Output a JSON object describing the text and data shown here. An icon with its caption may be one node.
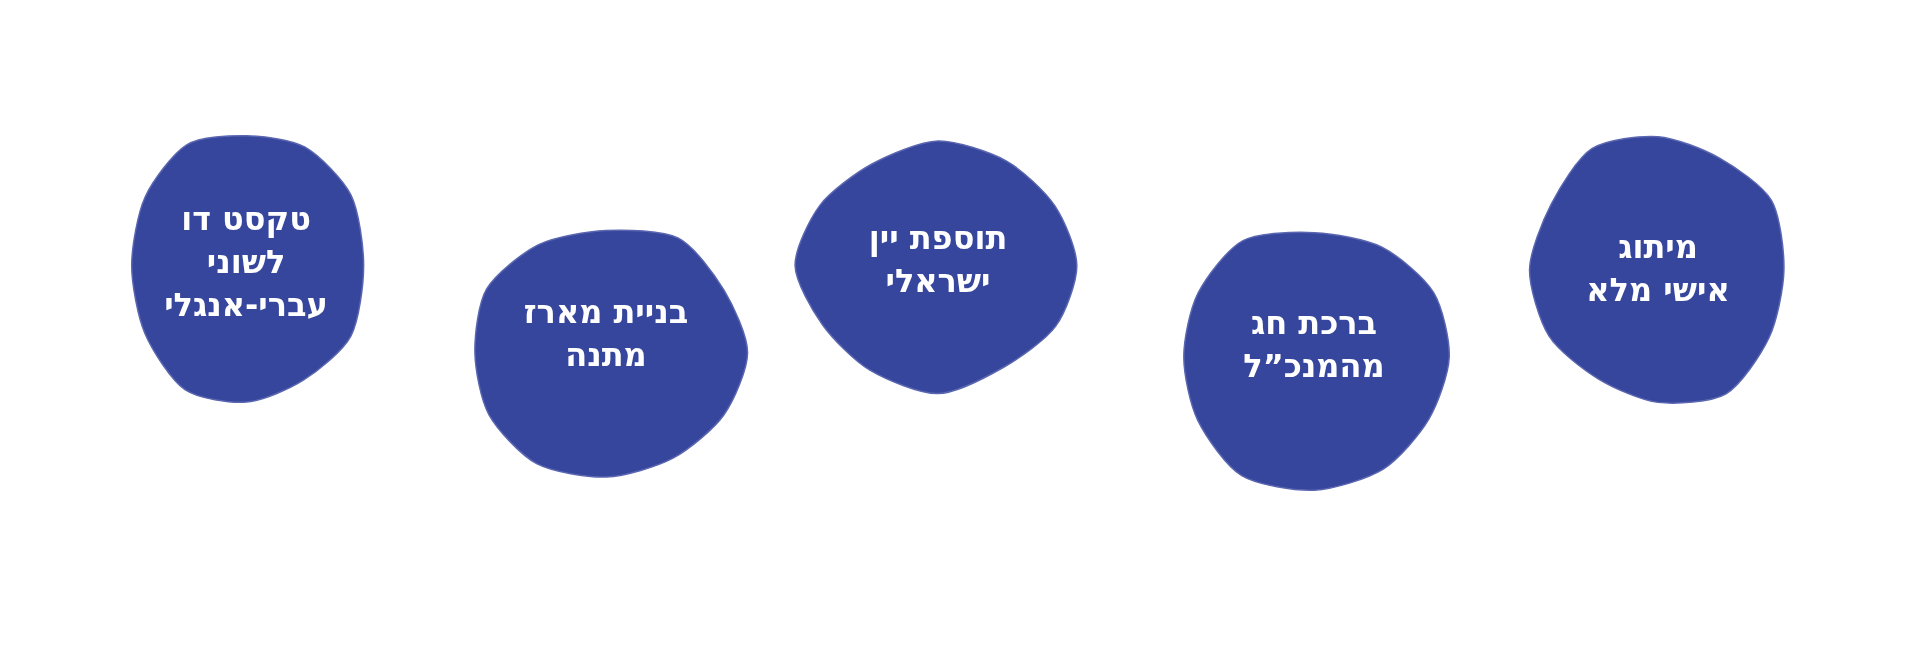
{
  "diagram": {
    "nodes": [
      {
        "text": [
          "מיתוג אישי מלא"
        ]
      },
      {
        "text": [
          "ברכת חג מהמנכ”ל"
        ]
      },
      {
        "text": [
          "תוספת יין ישראלי"
        ]
      },
      {
        "text": [
          "בניית מארז מתנה"
        ]
      },
      {
        "text": [
          "טקסט דו לשוני עברי-אנגלי"
        ]
      }
    ]
  }
}
